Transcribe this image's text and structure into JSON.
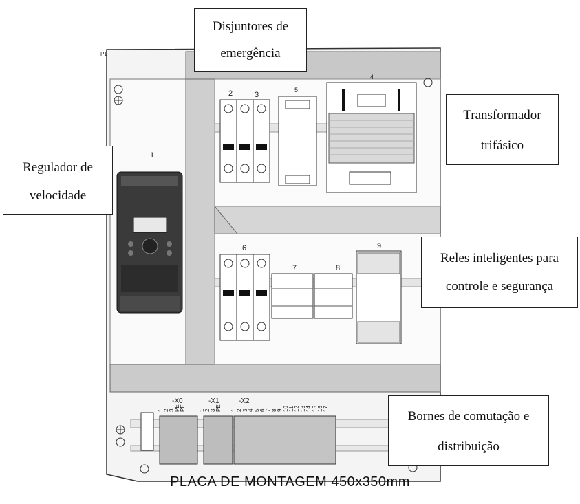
{
  "callouts": {
    "disjuntores": "Disjuntores de\nemergência",
    "regulador": "Regulador de\nvelocidade",
    "transformador": "Transformador\ntrifásico",
    "reles": "Reles inteligentes para\ncontrole e segurança",
    "bornes": "Bornes de comutação e\ndistribuição"
  },
  "component_numbers": {
    "n1": "1",
    "n2": "2",
    "n3": "3",
    "n4": "4",
    "n5": "5",
    "n6": "6",
    "n7": "7",
    "n8": "8",
    "n9": "9"
  },
  "panel_tag": "P1",
  "terminal_groups": {
    "x0": "-X0",
    "x1": "-X1",
    "x2": "-X2",
    "x0_terms": [
      "1",
      "2",
      "3",
      "PE",
      "PE"
    ],
    "x1_terms": [
      "1",
      "2",
      "3",
      "PE"
    ],
    "x2_terms": [
      "1",
      "2",
      "3",
      "4",
      "5",
      "6",
      "7",
      "8",
      "9",
      "10",
      "11",
      "12",
      "13",
      "14",
      "15",
      "16",
      "17"
    ]
  },
  "caption": "PLACA DE MONTAGEM  450x350mm"
}
